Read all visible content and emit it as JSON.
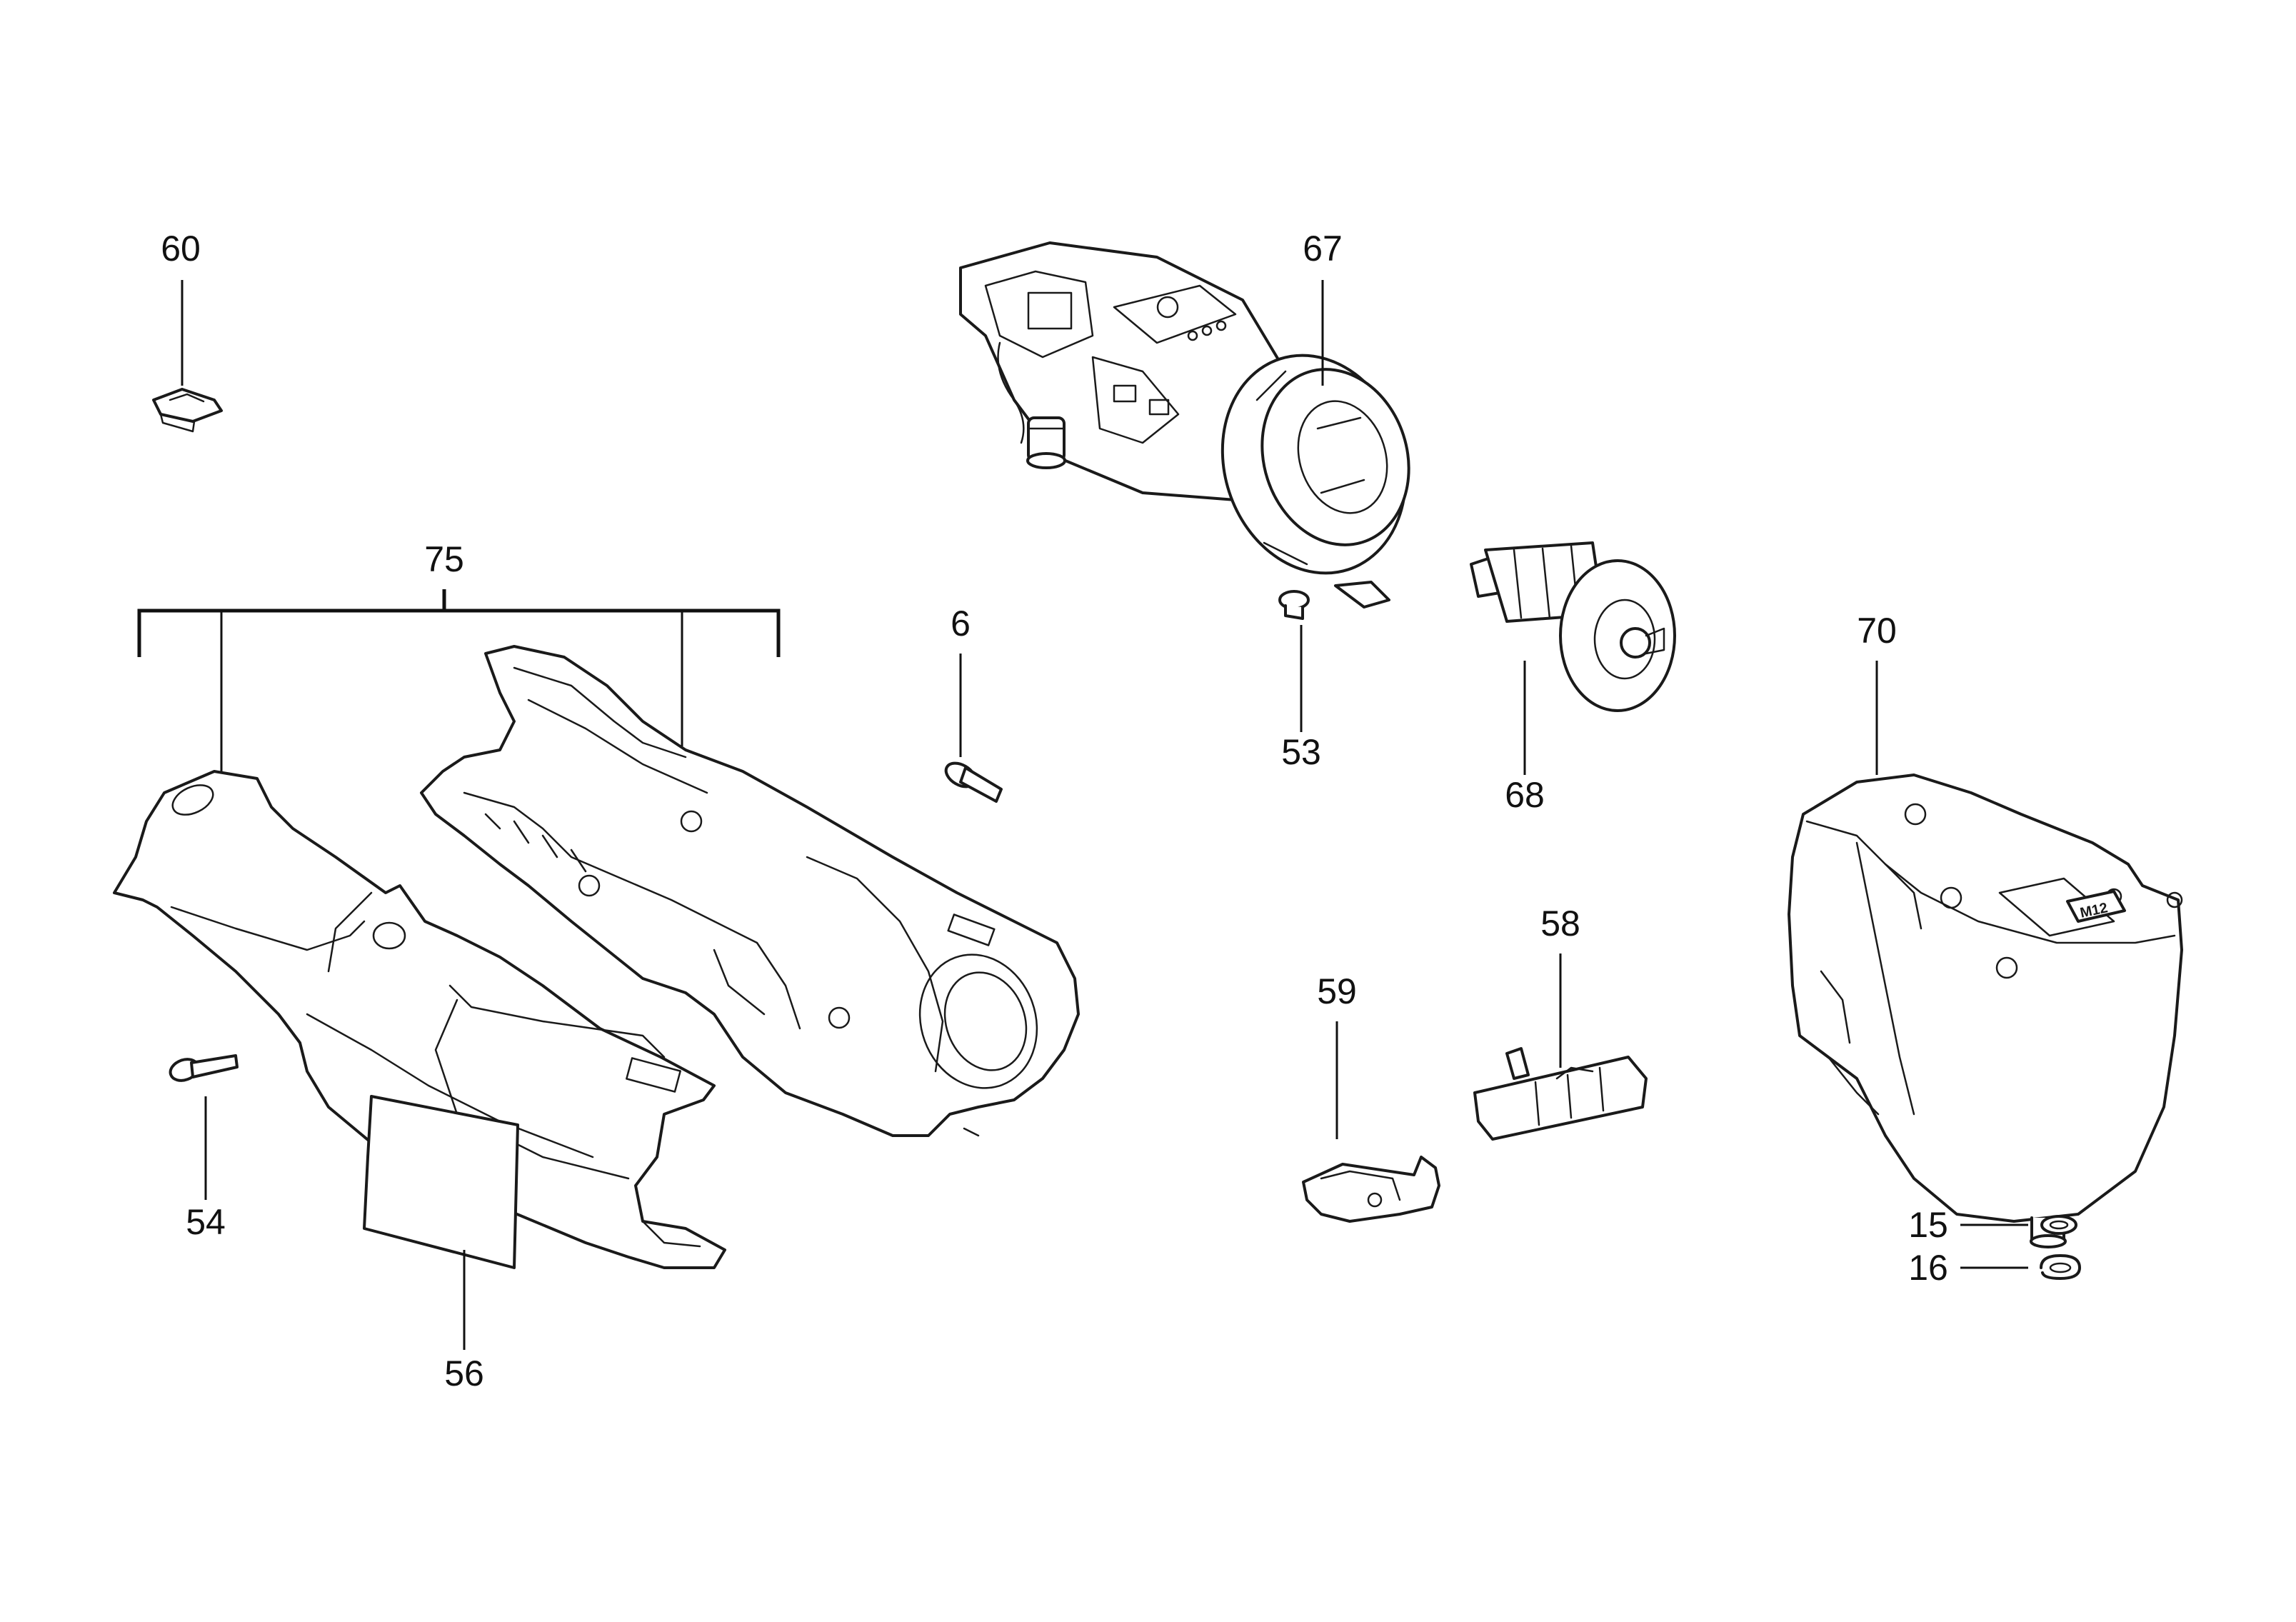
{
  "diagram": {
    "callouts": [
      {
        "id": "60",
        "label": "60"
      },
      {
        "id": "67",
        "label": "67"
      },
      {
        "id": "75",
        "label": "75"
      },
      {
        "id": "6",
        "label": "6"
      },
      {
        "id": "53",
        "label": "53"
      },
      {
        "id": "68",
        "label": "68"
      },
      {
        "id": "70",
        "label": "70"
      },
      {
        "id": "58",
        "label": "58"
      },
      {
        "id": "59",
        "label": "59"
      },
      {
        "id": "54",
        "label": "54"
      },
      {
        "id": "56",
        "label": "56"
      },
      {
        "id": "15",
        "label": "15"
      },
      {
        "id": "16",
        "label": "16"
      }
    ],
    "gearbox_badge": "M12"
  }
}
